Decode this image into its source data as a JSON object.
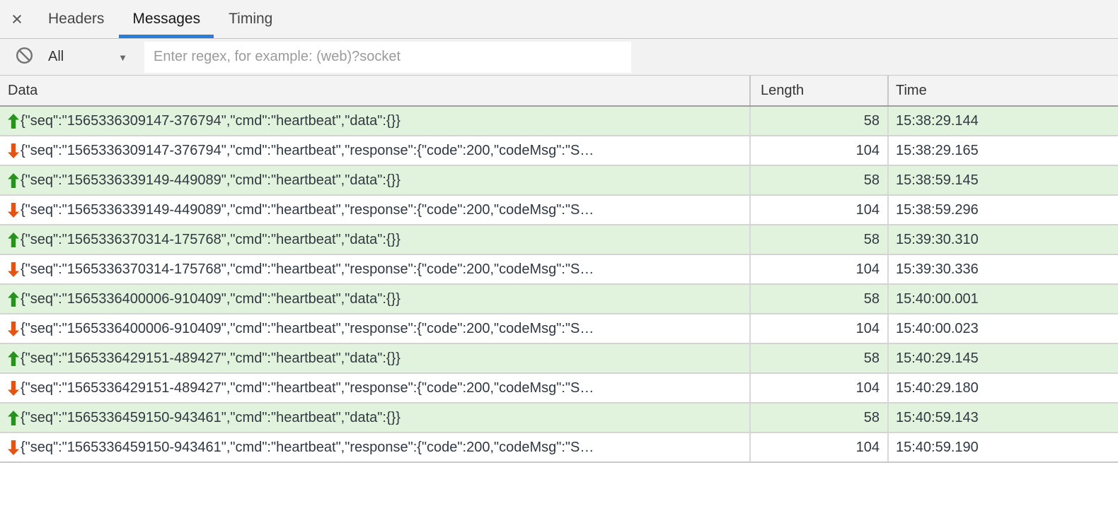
{
  "panel": {
    "close_label": "×",
    "tabs": [
      {
        "label": "Headers",
        "active": false
      },
      {
        "label": "Messages",
        "active": true
      },
      {
        "label": "Timing",
        "active": false
      }
    ]
  },
  "filter": {
    "clear_icon": "block-icon",
    "type_selector": {
      "value": "All",
      "caret": "▼"
    },
    "input_value": "",
    "input_placeholder": "Enter regex, for example: (web)?socket"
  },
  "table": {
    "columns": [
      {
        "label": "Data"
      },
      {
        "label": "Length"
      },
      {
        "label": "Time"
      }
    ],
    "rows": [
      {
        "direction": "sent",
        "data": "{\"seq\":\"1565336309147-376794\",\"cmd\":\"heartbeat\",\"data\":{}}",
        "length": "58",
        "time": "15:38:29.144"
      },
      {
        "direction": "received",
        "data": "{\"seq\":\"1565336309147-376794\",\"cmd\":\"heartbeat\",\"response\":{\"code\":200,\"codeMsg\":\"S…",
        "length": "104",
        "time": "15:38:29.165"
      },
      {
        "direction": "sent",
        "data": "{\"seq\":\"1565336339149-449089\",\"cmd\":\"heartbeat\",\"data\":{}}",
        "length": "58",
        "time": "15:38:59.145"
      },
      {
        "direction": "received",
        "data": "{\"seq\":\"1565336339149-449089\",\"cmd\":\"heartbeat\",\"response\":{\"code\":200,\"codeMsg\":\"S…",
        "length": "104",
        "time": "15:38:59.296"
      },
      {
        "direction": "sent",
        "data": "{\"seq\":\"1565336370314-175768\",\"cmd\":\"heartbeat\",\"data\":{}}",
        "length": "58",
        "time": "15:39:30.310"
      },
      {
        "direction": "received",
        "data": "{\"seq\":\"1565336370314-175768\",\"cmd\":\"heartbeat\",\"response\":{\"code\":200,\"codeMsg\":\"S…",
        "length": "104",
        "time": "15:39:30.336"
      },
      {
        "direction": "sent",
        "data": "{\"seq\":\"1565336400006-910409\",\"cmd\":\"heartbeat\",\"data\":{}}",
        "length": "58",
        "time": "15:40:00.001"
      },
      {
        "direction": "received",
        "data": "{\"seq\":\"1565336400006-910409\",\"cmd\":\"heartbeat\",\"response\":{\"code\":200,\"codeMsg\":\"S…",
        "length": "104",
        "time": "15:40:00.023"
      },
      {
        "direction": "sent",
        "data": "{\"seq\":\"1565336429151-489427\",\"cmd\":\"heartbeat\",\"data\":{}}",
        "length": "58",
        "time": "15:40:29.145"
      },
      {
        "direction": "received",
        "data": "{\"seq\":\"1565336429151-489427\",\"cmd\":\"heartbeat\",\"response\":{\"code\":200,\"codeMsg\":\"S…",
        "length": "104",
        "time": "15:40:29.180"
      },
      {
        "direction": "sent",
        "data": "{\"seq\":\"1565336459150-943461\",\"cmd\":\"heartbeat\",\"data\":{}}",
        "length": "58",
        "time": "15:40:59.143"
      },
      {
        "direction": "received",
        "data": "{\"seq\":\"1565336459150-943461\",\"cmd\":\"heartbeat\",\"response\":{\"code\":200,\"codeMsg\":\"S…",
        "length": "104",
        "time": "15:40:59.190"
      }
    ]
  },
  "colors": {
    "accent_tab_underline": "#2c7ce0",
    "sent_row_background": "#e2f3dd",
    "sent_arrow": "#28911f",
    "received_arrow": "#e25414",
    "row_text": "#303942",
    "toolbar_background": "#f2f2f2"
  }
}
